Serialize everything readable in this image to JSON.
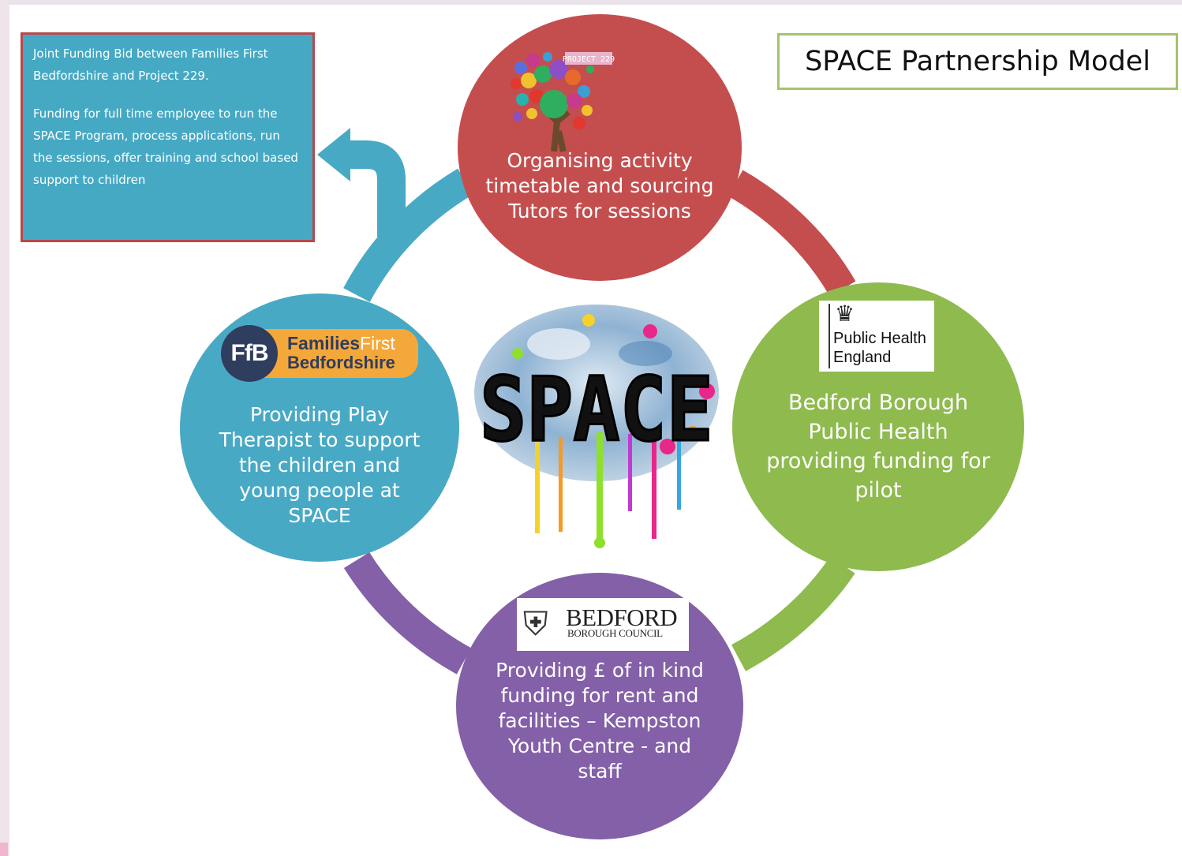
{
  "title": "SPACE Partnership Model",
  "note": {
    "line1": "Joint Funding Bid between Families First Bedfordshire and Project 229.",
    "line2": "Funding for full time employee to run the SPACE Program, process applications, run the sessions, offer training and school based support to children"
  },
  "center": {
    "word": "SPACE"
  },
  "nodes": {
    "top": {
      "logo_text": "PROJECT 229",
      "text": "Organising activity timetable and sourcing Tutors for sessions"
    },
    "right": {
      "logo_line1": "Public Health",
      "logo_line2": "England",
      "text": "Bedford Borough Public Health providing funding for pilot"
    },
    "bottom": {
      "logo_name": "BEDFORD",
      "logo_sub": "BOROUGH COUNCIL",
      "text": "Providing £ of in kind funding for rent and facilities – Kempston Youth Centre - and staff"
    },
    "left": {
      "logo_badge": "FfB",
      "logo_line1a": "Families",
      "logo_line1b": "First",
      "logo_line2": "Bedfordshire",
      "text": "Providing  Play Therapist to support the children and young people at SPACE"
    }
  },
  "colors": {
    "top": "#c44e4e",
    "left": "#48a9c5",
    "right": "#8eba4e",
    "bottom": "#8360a8",
    "title_border": "#a4c46a",
    "note_bg": "#46a9c4",
    "note_border": "#b9484a"
  }
}
